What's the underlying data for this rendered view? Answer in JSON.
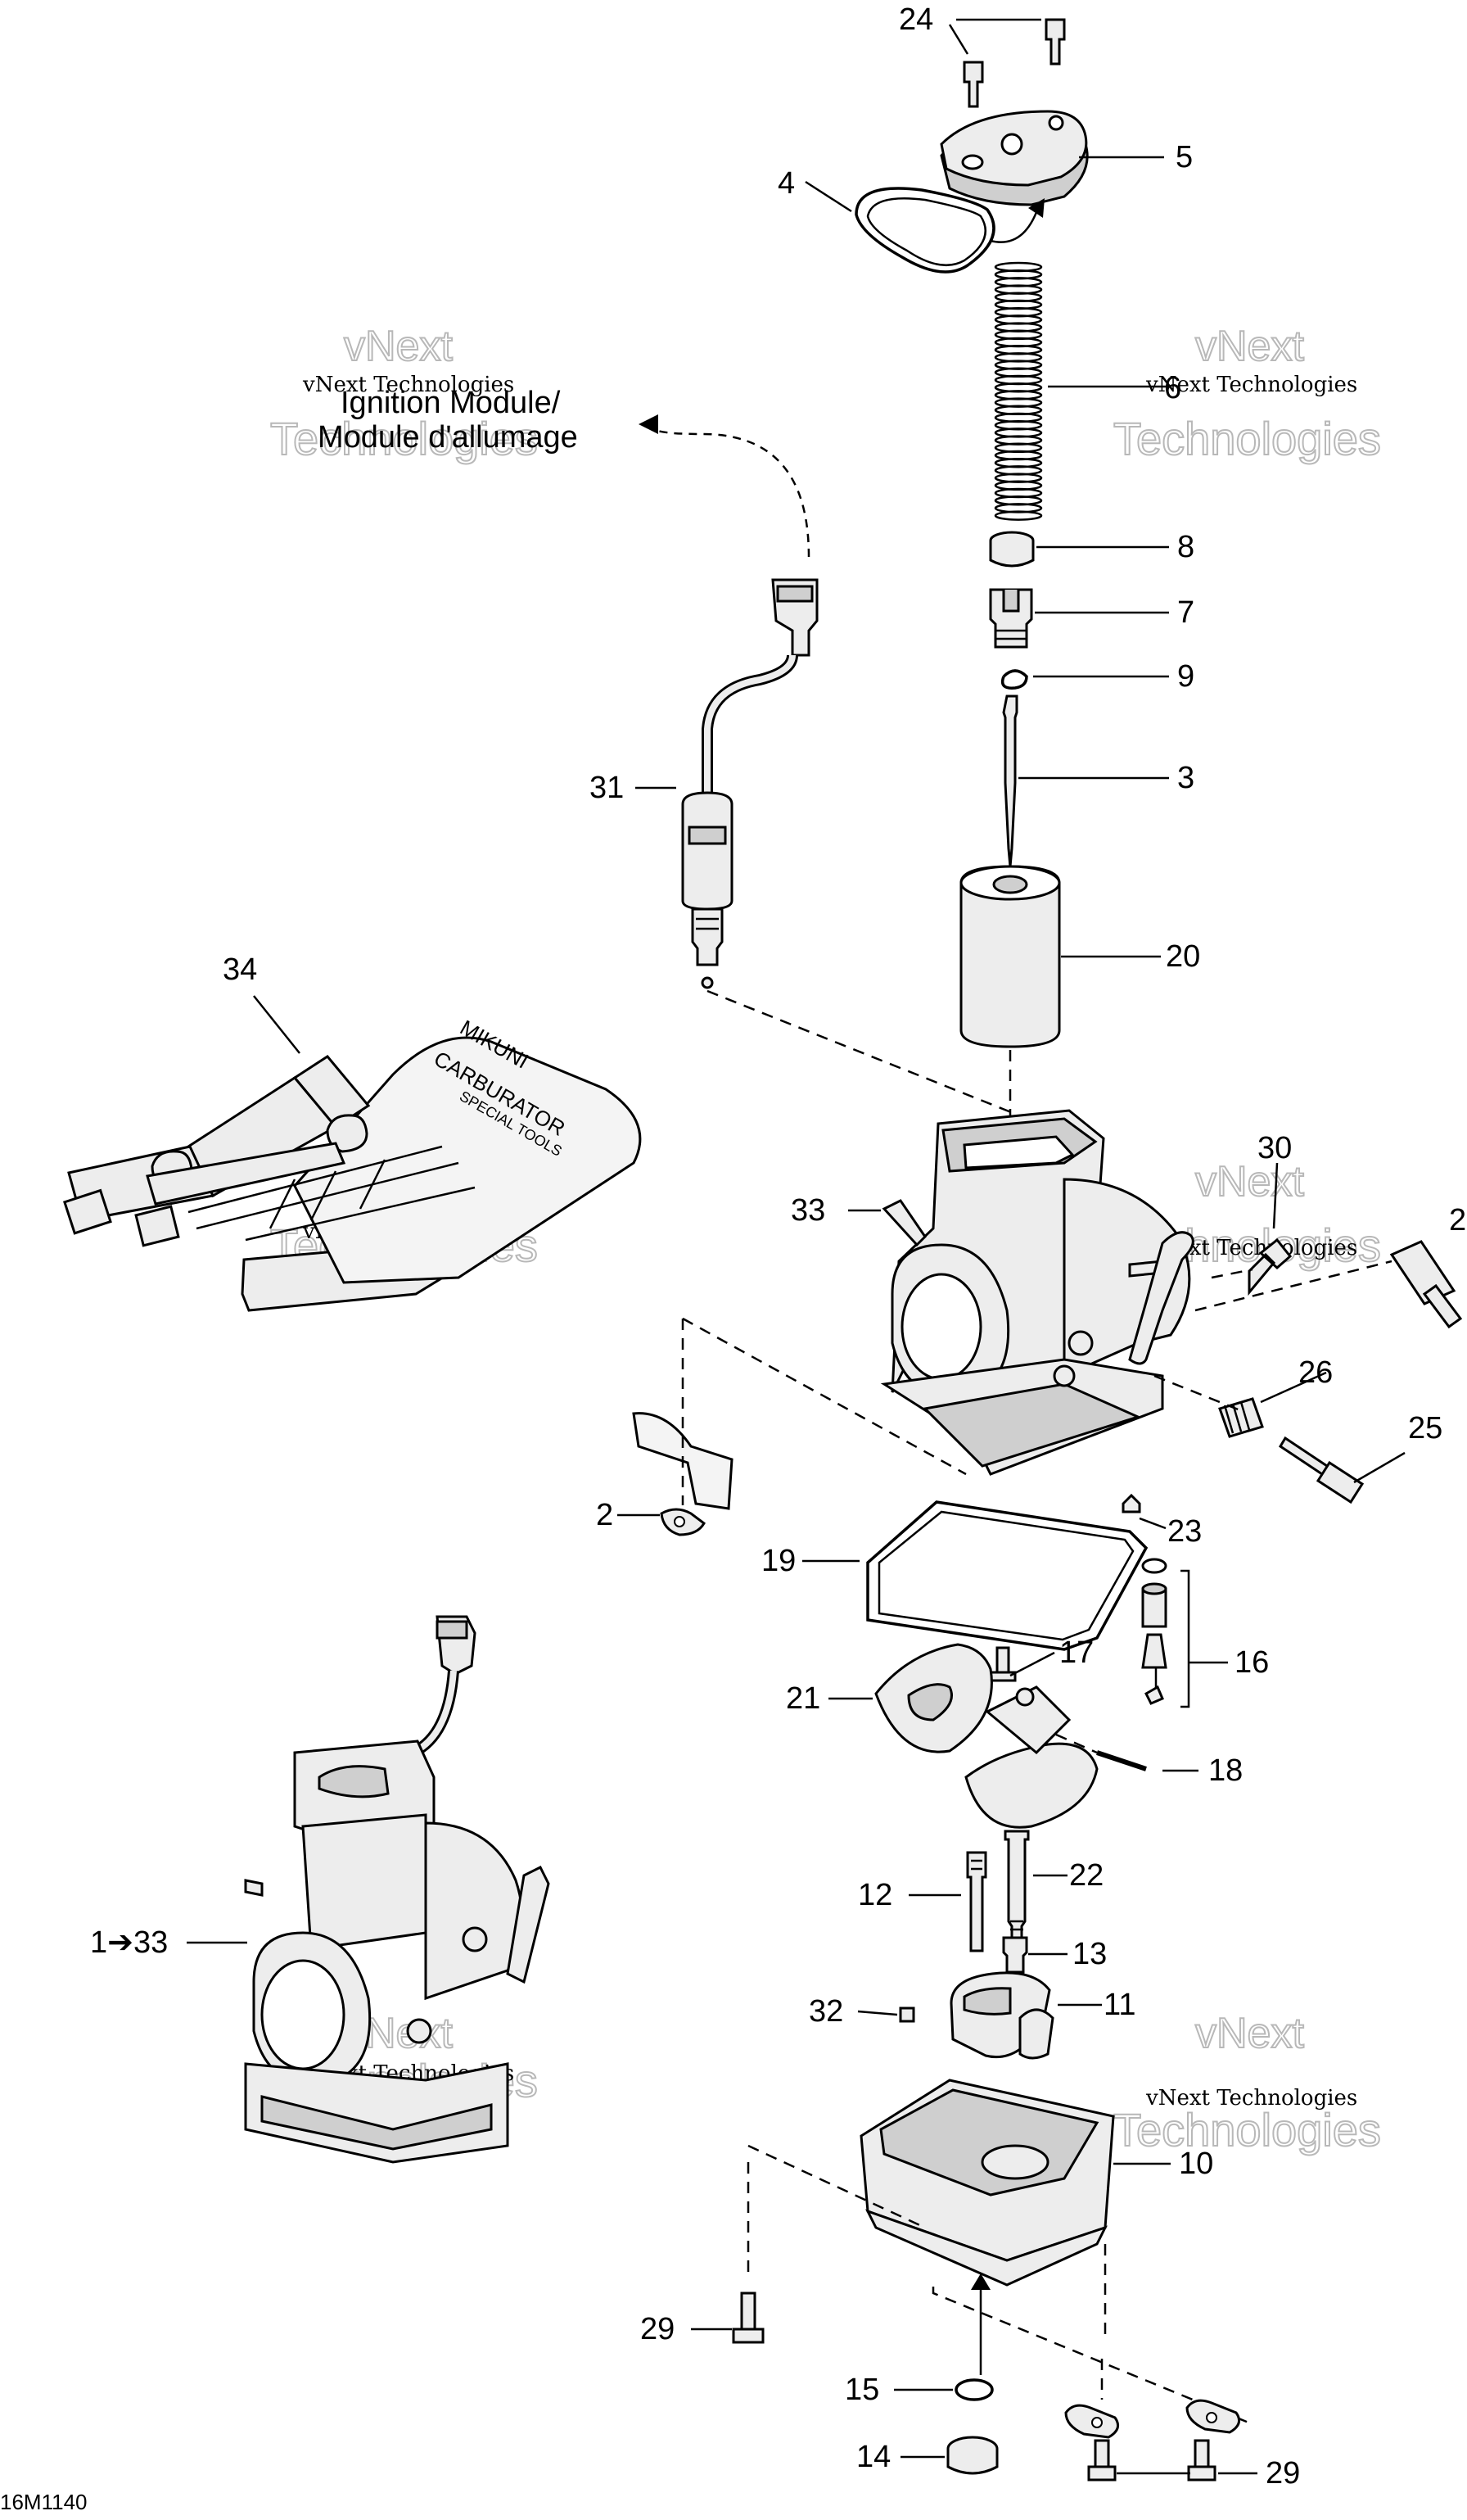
{
  "diagram": {
    "code": "16M1140",
    "note": {
      "line1": "Ignition Module/",
      "line2": "Module d'allumage"
    },
    "watermark": {
      "line1": "vNext Technologies",
      "line2": "vNext",
      "line3": "Technologies"
    },
    "callouts": {
      "c1_33": "1➔33",
      "c2a": "2",
      "c2b": "2",
      "c3": "3",
      "c4": "4",
      "c5": "5",
      "c6": "6",
      "c7": "7",
      "c8": "8",
      "c9": "9",
      "c10": "10",
      "c11": "11",
      "c12": "12",
      "c13": "13",
      "c14": "14",
      "c15": "15",
      "c16": "16",
      "c17": "17",
      "c18": "18",
      "c19": "19",
      "c20": "20",
      "c21": "21",
      "c22": "22",
      "c23": "23",
      "c24": "24",
      "c25": "25",
      "c26": "26",
      "c29a": "29",
      "c29b": "29",
      "c30": "30",
      "c31": "31",
      "c32": "32",
      "c33": "33",
      "c34": "34"
    },
    "tool_labels": {
      "brand": "MIKUNI",
      "word": "CARBURATOR",
      "sub": "SPECIAL TOOLS"
    }
  }
}
